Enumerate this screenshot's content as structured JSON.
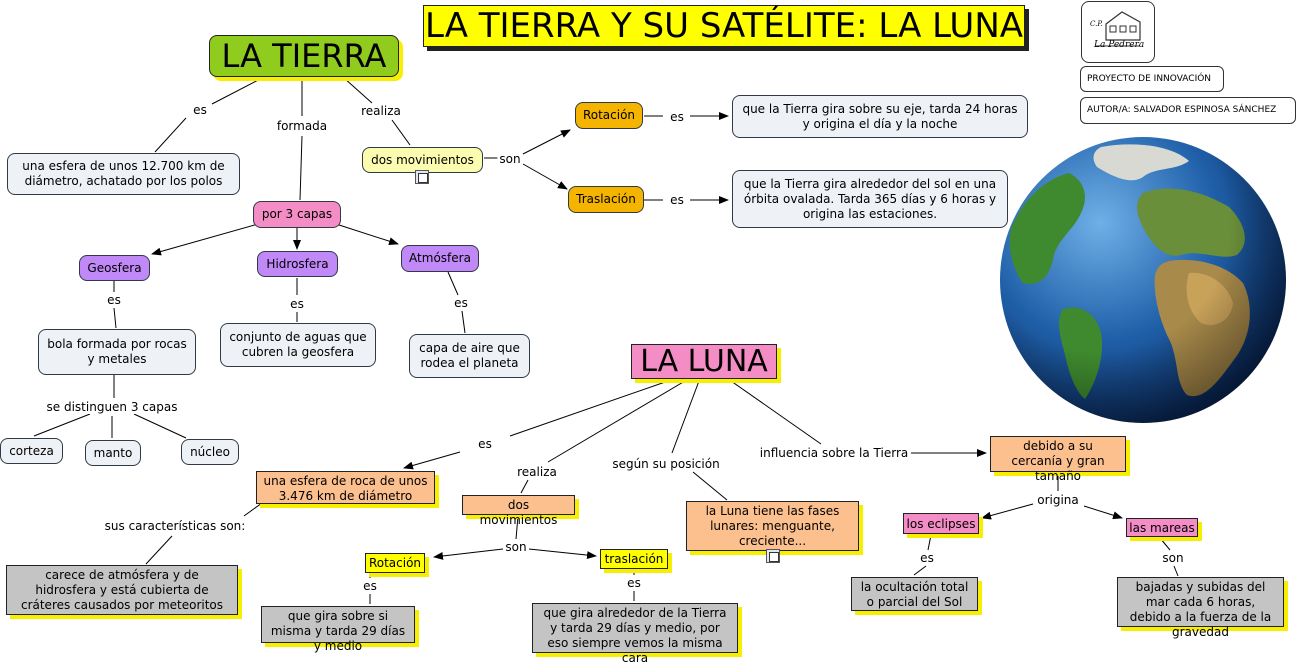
{
  "title": "LA TIERRA Y SU SATÉLITE: LA LUNA",
  "header": {
    "logo_top": "C.P.",
    "logo_name": "La Pedrera",
    "project": "PROYECTO DE INNOVACIÓN",
    "author": "AUTOR/A: SALVADOR ESPINOSA SÁNCHEZ"
  },
  "tierra": {
    "title": "LA TIERRA",
    "es": "es",
    "es_value": "una esfera de unos 12.700 km de diámetro, achatado por los polos",
    "formada": "formada",
    "capas": "por 3 capas",
    "geosfera": "Geosfera",
    "geosfera_es": "es",
    "geosfera_value": "bola formada por rocas y metales",
    "se_distinguen": "se distinguen 3 capas",
    "corteza": "corteza",
    "manto": "manto",
    "nucleo": "núcleo",
    "hidrosfera": "Hidrosfera",
    "hidrosfera_es": "es",
    "hidrosfera_value": "conjunto de aguas que cubren la geosfera",
    "atmosfera": "Atmósfera",
    "atmosfera_es": "es",
    "atmosfera_value": "capa de aire que rodea el planeta",
    "realiza": "realiza",
    "movimientos": "dos movimientos",
    "son": "son",
    "rotacion": "Rotación",
    "rotacion_es": "es",
    "rotacion_value": "que la Tierra gira sobre su eje, tarda 24 horas y origina el día y la noche",
    "traslacion": "Traslación",
    "traslacion_es": "es",
    "traslacion_value": "que la Tierra gira alrededor del sol en una órbita ovalada. Tarda 365 días y 6 horas y origina las estaciones."
  },
  "luna": {
    "title": "LA LUNA",
    "es": "es",
    "es_value": "una esfera de roca de unos 3.476 km de diámetro",
    "caracteristicas": "sus características son:",
    "caracteristicas_value": "carece de atmósfera y de hidrosfera y está cubierta de cráteres causados por meteoritos",
    "realiza": "realiza",
    "movimientos": "dos movimientos",
    "son": "son",
    "rotacion": "Rotación",
    "rotacion_es": "es",
    "rotacion_value": "que gira sobre si misma y tarda 29 días y medio",
    "traslacion": "traslación",
    "traslacion_es": "es",
    "traslacion_value": "que gira alrededor de la Tierra y tarda 29 días y medio, por eso siempre vemos la misma cara",
    "posicion": "según su posición",
    "posicion_value": "la Luna tiene las fases lunares: menguante, creciente...",
    "influencia": "influencia sobre la Tierra",
    "influencia_value": "debido a su cercanía y gran tamaño",
    "origina": "origina",
    "eclipses": "los eclipses",
    "eclipses_es": "es",
    "eclipses_value": "la ocultación total o parcial del Sol",
    "mareas": "las mareas",
    "mareas_son": "son",
    "mareas_value": "bajadas y subidas del mar cada 6 horas, debido a la fuerza de la gravedad"
  },
  "colors": {
    "tierra_title": "#8fcc1e",
    "shadow": "#f7ef00",
    "pink": "#f48cc6",
    "purple": "#c188f7",
    "orange": "#f5b400",
    "peach": "#fcc08f",
    "ocean": "#1f5fa8",
    "land": "#3f8a2e"
  },
  "icons": [
    "document-icon",
    "globe-image",
    "school-logo"
  ]
}
